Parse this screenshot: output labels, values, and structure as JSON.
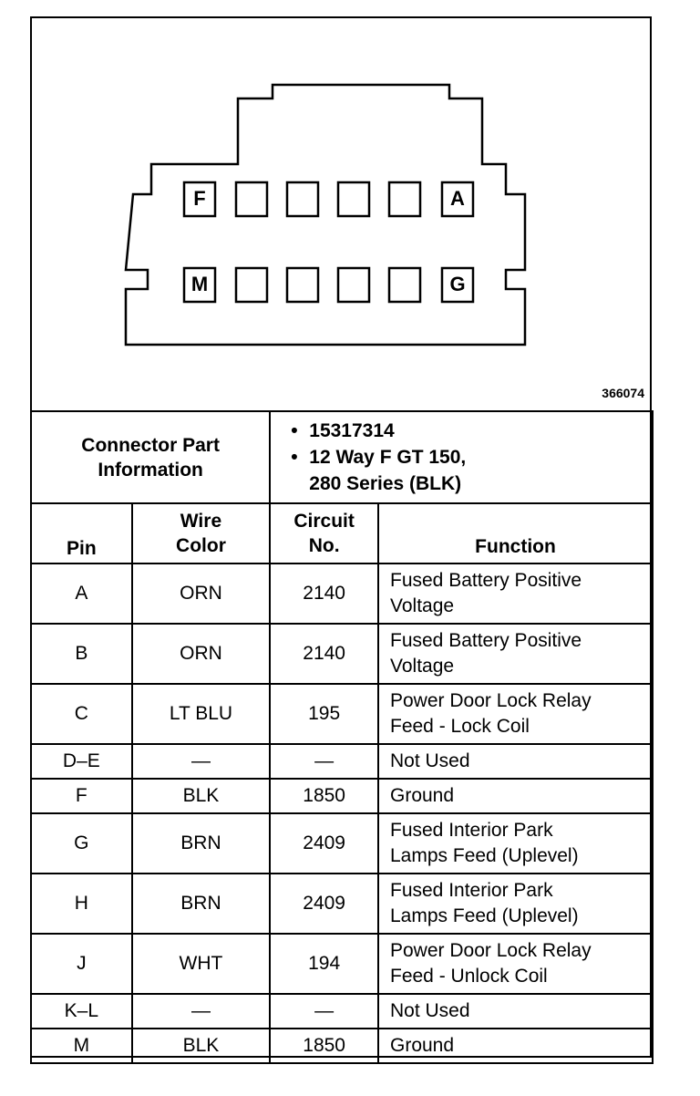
{
  "figure_id": "366074",
  "connector": {
    "top_row": {
      "left_label": "F",
      "right_label": "A"
    },
    "bottom_row": {
      "left_label": "M",
      "right_label": "G"
    }
  },
  "info": {
    "label_line1": "Connector Part",
    "label_line2": "Information",
    "part_number": "15317314",
    "desc_line1": "12 Way F GT 150,",
    "desc_line2": "280 Series (BLK)"
  },
  "headers": {
    "pin": "Pin",
    "wire_color_line1": "Wire",
    "wire_color_line2": "Color",
    "circuit_line1": "Circuit",
    "circuit_line2": "No.",
    "function": "Function"
  },
  "rows": [
    {
      "pin": "A",
      "color": "ORN",
      "circuit": "2140",
      "function_line1": "Fused Battery Positive",
      "function_line2": "Voltage"
    },
    {
      "pin": "B",
      "color": "ORN",
      "circuit": "2140",
      "function_line1": "Fused Battery Positive",
      "function_line2": "Voltage"
    },
    {
      "pin": "C",
      "color": "LT BLU",
      "circuit": "195",
      "function_line1": "Power Door Lock Relay",
      "function_line2": "Feed - Lock Coil"
    },
    {
      "pin": "D–E",
      "color": "—",
      "circuit": "—",
      "function_line1": "Not Used",
      "function_line2": ""
    },
    {
      "pin": "F",
      "color": "BLK",
      "circuit": "1850",
      "function_line1": "Ground",
      "function_line2": ""
    },
    {
      "pin": "G",
      "color": "BRN",
      "circuit": "2409",
      "function_line1": "Fused Interior Park",
      "function_line2": "Lamps Feed (Uplevel)"
    },
    {
      "pin": "H",
      "color": "BRN",
      "circuit": "2409",
      "function_line1": "Fused Interior Park",
      "function_line2": "Lamps Feed (Uplevel)"
    },
    {
      "pin": "J",
      "color": "WHT",
      "circuit": "194",
      "function_line1": "Power Door Lock Relay",
      "function_line2": "Feed - Unlock Coil"
    },
    {
      "pin": "K–L",
      "color": "—",
      "circuit": "—",
      "function_line1": "Not Used",
      "function_line2": ""
    },
    {
      "pin": "M",
      "color": "BLK",
      "circuit": "1850",
      "function_line1": "Ground",
      "function_line2": ""
    }
  ]
}
